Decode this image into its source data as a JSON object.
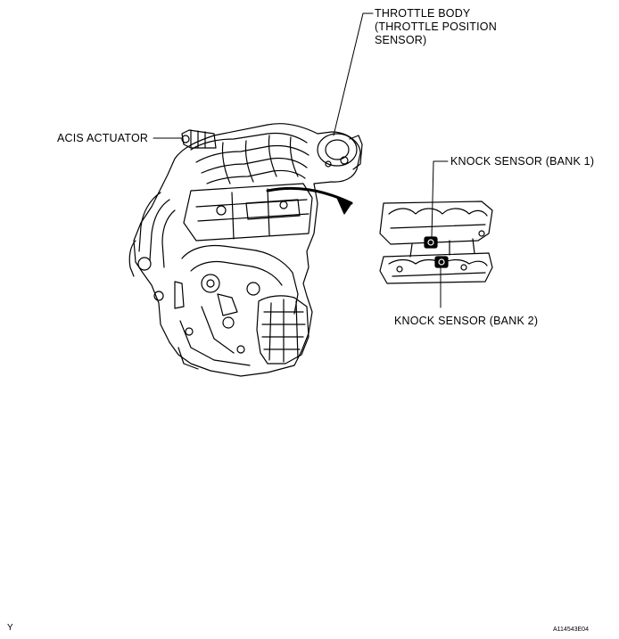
{
  "labels": {
    "throttle_body": [
      "THROTTLE BODY",
      "(THROTTLE POSITION",
      "SENSOR)"
    ],
    "acis_actuator": "ACIS ACTUATOR",
    "knock_sensor_bank1": "KNOCK SENSOR (BANK 1)",
    "knock_sensor_bank2": "KNOCK SENSOR (BANK 2)"
  },
  "corner": {
    "left": "Y",
    "right": "A114543E04"
  },
  "colors": {
    "ink": "#000000",
    "background": "#ffffff"
  }
}
